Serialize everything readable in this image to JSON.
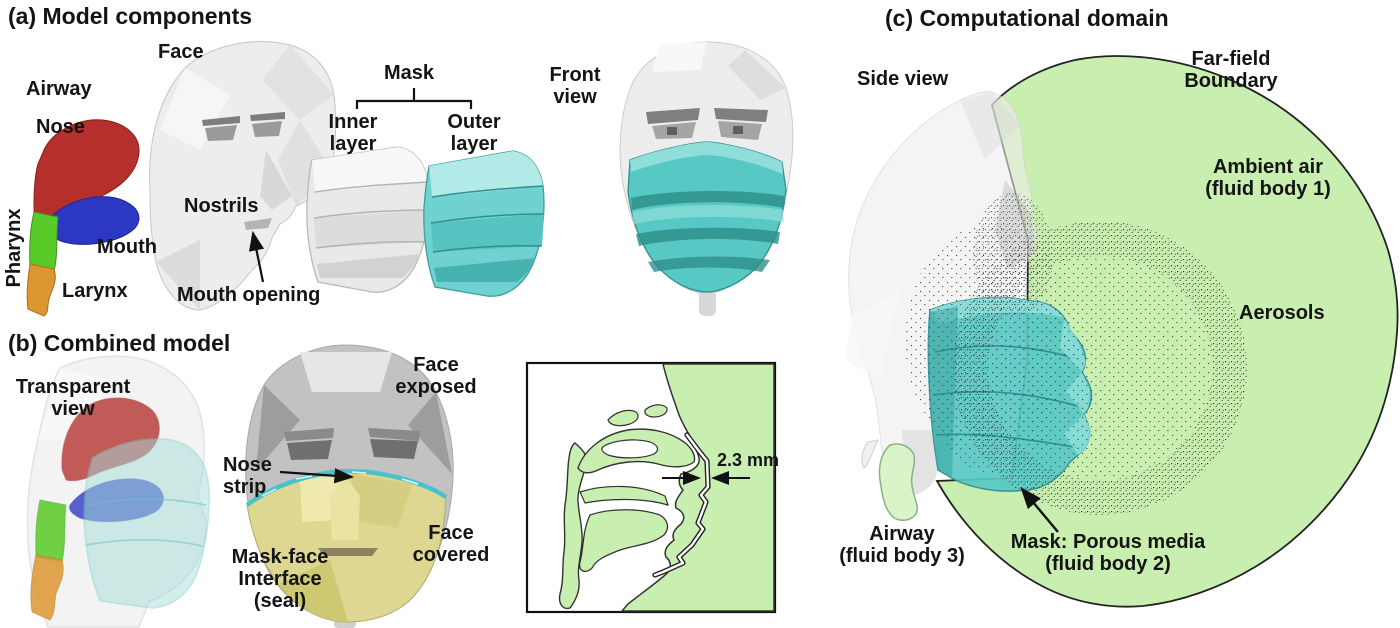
{
  "figure": {
    "panels": {
      "a": {
        "title": "(a) Model components",
        "labels": {
          "face": "Face",
          "airway": "Airway",
          "nose": "Nose",
          "pharynx": "Pharynx",
          "mouth": "Mouth",
          "larynx": "Larynx",
          "nostrils": "Nostrils",
          "mouth_opening": "Mouth opening",
          "mask": "Mask",
          "inner_layer": "Inner\nlayer",
          "outer_layer": "Outer\nlayer",
          "front_view": "Front\nview"
        }
      },
      "b": {
        "title": "(b) Combined model",
        "labels": {
          "transparent_view": "Transparent\nview",
          "nose_strip": "Nose\nstrip",
          "mask_face_interface": "Mask-face\nInterface\n(seal)",
          "face_exposed": "Face\nexposed",
          "face_covered": "Face\ncovered",
          "gap_dimension": "2.3 mm"
        }
      },
      "c": {
        "title": "(c) Computational domain",
        "labels": {
          "side_view": "Side view",
          "far_field_boundary": "Far-field\nBoundary",
          "ambient_air": "Ambient air\n(fluid body 1)",
          "aerosols": "Aerosols",
          "airway_fluid_body_3": "Airway\n(fluid body 3)",
          "mask_porous_media": "Mask: Porous media\n(fluid body 2)"
        }
      }
    },
    "colors": {
      "nose_red": "#b5302d",
      "mouth_blue": "#2c38c4",
      "pharynx_green": "#58cb28",
      "larynx_orange": "#dd9732",
      "mask_cyan": "#58c8c4",
      "mask_cyan_dark": "#2e8f8b",
      "mask_cyan_light": "#8fdeda",
      "mask_outer_cyan": "#6fd2d0",
      "transparent_mask_cyan": "#a5ded9",
      "nose_strip_cyan": "#49c2cc",
      "face_covered_yellow": "#ded792",
      "domain_green": "#c9efb0",
      "airway_pale_green": "#daf4c9",
      "stipple_dot": "#3a4540"
    }
  }
}
